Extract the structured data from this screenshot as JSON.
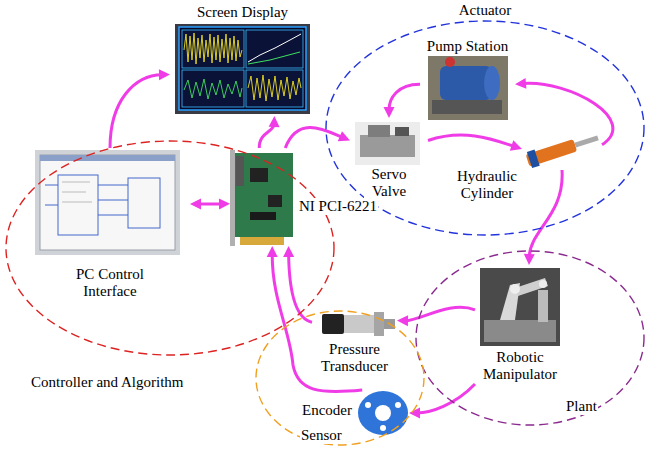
{
  "diagram": {
    "nodes": [
      {
        "text": [
          "Actuator"
        ]
      },
      {
        "text": [
          "Pump Station"
        ],
        "in": 0
      },
      {
        "text": [
          "Servo Valve"
        ],
        "in": 0
      },
      {
        "text": [
          "Hydraulic Cylinder"
        ],
        "in": 0
      },
      {
        "text": [
          "Screen Display"
        ]
      },
      {
        "text": [
          "Controller and Algorithm"
        ]
      },
      {
        "text": [
          "PC Control Interface"
        ],
        "in": 5
      },
      {
        "text": [
          "NI PCI-6221"
        ],
        "in": 5
      },
      {
        "text": [
          "Plant"
        ]
      },
      {
        "text": [
          "Robotic Manipulator"
        ],
        "in": 8
      },
      {
        "text": [
          "Sensor"
        ]
      },
      {
        "text": [
          "Pressure Transducer"
        ],
        "in": 10
      },
      {
        "text": [
          "Encoder"
        ],
        "in": 10
      }
    ],
    "edges": [
      {
        "from": 6,
        "to": 7,
        "arrow": "both"
      },
      {
        "from": 6,
        "to": 4,
        "arrow": "to"
      },
      {
        "from": 7,
        "to": 4,
        "arrow": "to"
      },
      {
        "from": 7,
        "to": 2,
        "arrow": "to"
      },
      {
        "from": 1,
        "to": 2,
        "arrow": "to"
      },
      {
        "from": 2,
        "to": 3,
        "arrow": "to"
      },
      {
        "from": 3,
        "to": 1,
        "arrow": "to"
      },
      {
        "from": 3,
        "to": 9,
        "arrow": "to"
      },
      {
        "from": 9,
        "to": 11,
        "arrow": "to"
      },
      {
        "from": 9,
        "to": 12,
        "arrow": "to"
      },
      {
        "from": 11,
        "to": 7,
        "arrow": "to"
      },
      {
        "from": 12,
        "to": 7,
        "arrow": "to"
      }
    ]
  }
}
